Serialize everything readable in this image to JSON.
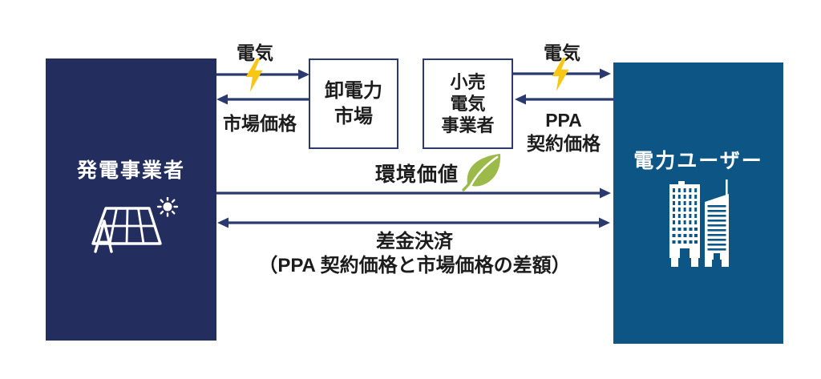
{
  "diagram": {
    "generator": {
      "label": "発電事業者"
    },
    "market": {
      "lines": [
        "卸電力",
        "市場"
      ]
    },
    "retail": {
      "lines": [
        "小売",
        "電気",
        "事業者"
      ]
    },
    "user": {
      "label": "電力ユーザー"
    },
    "flows": {
      "electricity_left": "電気",
      "market_price": "市場価格",
      "electricity_right": "電気",
      "ppa_price_line1": "PPA",
      "ppa_price_line2": "契約価格",
      "env_value": "環境価値",
      "settlement_line1": "差金決済",
      "settlement_line2": "（PPA 契約価格と市場価格の差額）"
    },
    "icons": {
      "generator": "solar-panel-with-sun",
      "user": "office-buildings",
      "electricity": "lightning-bolt",
      "environment": "leaf"
    },
    "colors": {
      "navy": "#232e5f",
      "blue": "#0d5585",
      "arrow": "#2b3a6e",
      "lightning": "#f8c716",
      "leaf": "#9cba4a",
      "text": "#1c1c1c"
    }
  }
}
